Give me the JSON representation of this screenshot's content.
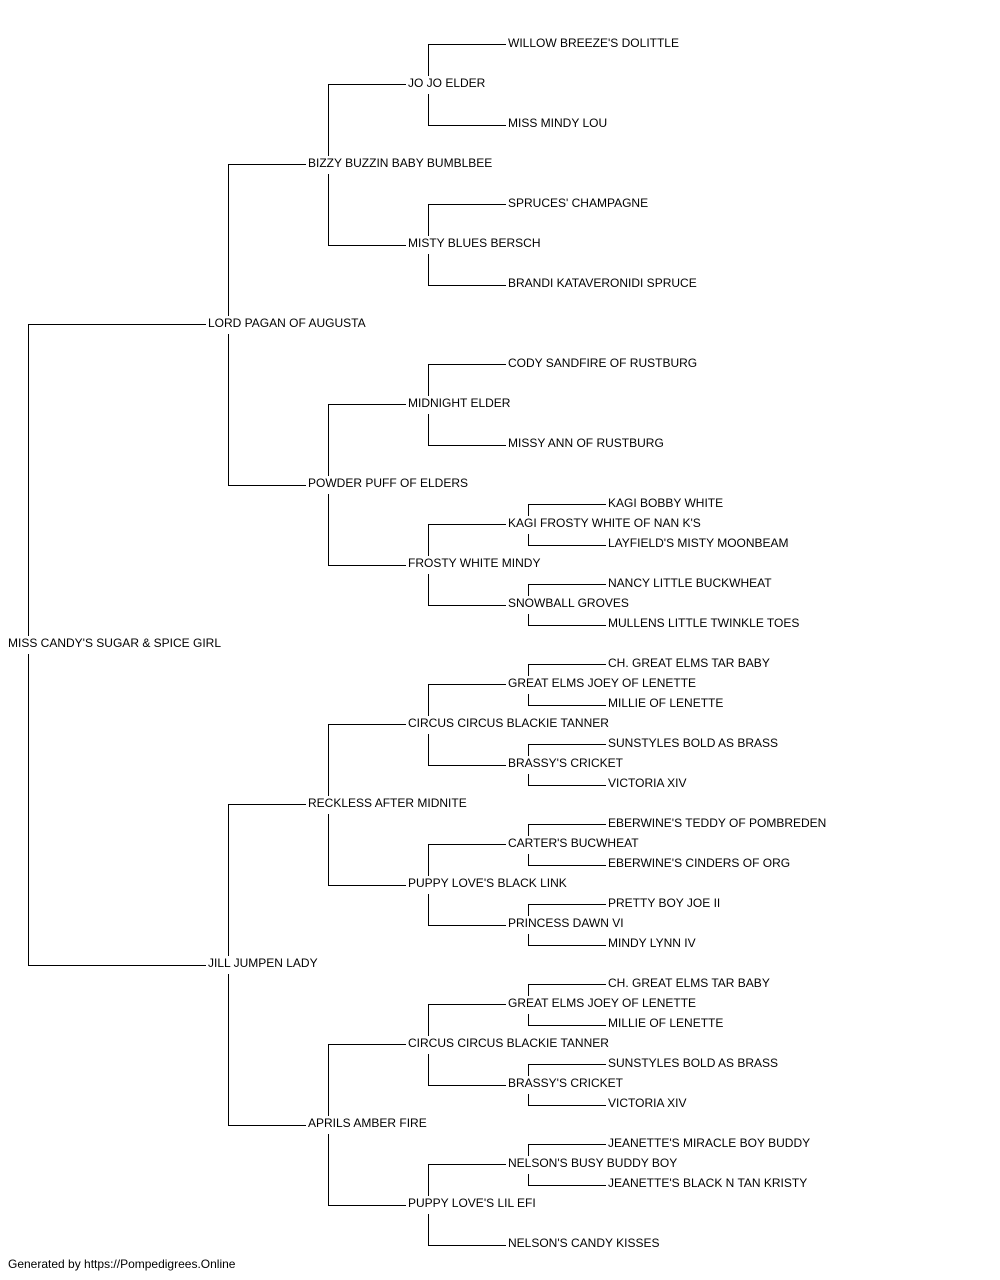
{
  "tree": {
    "name": "MISS CANDY'S SUGAR & SPICE GIRL",
    "children": [
      {
        "name": "LORD PAGAN OF AUGUSTA",
        "children": [
          {
            "name": "BIZZY BUZZIN BABY BUMBLBEE",
            "children": [
              {
                "name": "JO JO ELDER",
                "children": [
                  {
                    "name": "WILLOW BREEZE'S DOLITTLE"
                  },
                  {
                    "name": "MISS MINDY LOU"
                  }
                ]
              },
              {
                "name": "MISTY BLUES BERSCH",
                "children": [
                  {
                    "name": "SPRUCES' CHAMPAGNE"
                  },
                  {
                    "name": "BRANDI KATAVERONIDI SPRUCE"
                  }
                ]
              }
            ]
          },
          {
            "name": "POWDER PUFF OF ELDERS",
            "children": [
              {
                "name": "MIDNIGHT ELDER",
                "children": [
                  {
                    "name": "CODY SANDFIRE OF RUSTBURG"
                  },
                  {
                    "name": "MISSY ANN OF RUSTBURG"
                  }
                ]
              },
              {
                "name": "FROSTY WHITE MINDY",
                "children": [
                  {
                    "name": "KAGI FROSTY WHITE OF NAN K'S",
                    "children": [
                      {
                        "name": "KAGI BOBBY WHITE"
                      },
                      {
                        "name": "LAYFIELD'S MISTY MOONBEAM"
                      }
                    ]
                  },
                  {
                    "name": "SNOWBALL GROVES",
                    "children": [
                      {
                        "name": "NANCY LITTLE BUCKWHEAT"
                      },
                      {
                        "name": "MULLENS LITTLE TWINKLE TOES"
                      }
                    ]
                  }
                ]
              }
            ]
          }
        ]
      },
      {
        "name": "JILL JUMPEN LADY",
        "children": [
          {
            "name": "RECKLESS AFTER MIDNITE",
            "children": [
              {
                "name": "CIRCUS CIRCUS BLACKIE TANNER",
                "children": [
                  {
                    "name": "GREAT ELMS JOEY OF LENETTE",
                    "children": [
                      {
                        "name": "CH. GREAT ELMS TAR BABY",
                        "champion": true
                      },
                      {
                        "name": "MILLIE OF LENETTE"
                      }
                    ]
                  },
                  {
                    "name": "BRASSY'S CRICKET",
                    "children": [
                      {
                        "name": "SUNSTYLES BOLD AS BRASS"
                      },
                      {
                        "name": "VICTORIA XIV"
                      }
                    ]
                  }
                ]
              },
              {
                "name": "PUPPY LOVE'S BLACK LINK",
                "children": [
                  {
                    "name": "CARTER'S BUCWHEAT",
                    "children": [
                      {
                        "name": "EBERWINE'S TEDDY OF POMBREDEN"
                      },
                      {
                        "name": "EBERWINE'S CINDERS OF ORG"
                      }
                    ]
                  },
                  {
                    "name": "PRINCESS DAWN VI",
                    "children": [
                      {
                        "name": "PRETTY BOY JOE II"
                      },
                      {
                        "name": "MINDY LYNN IV"
                      }
                    ]
                  }
                ]
              }
            ]
          },
          {
            "name": "APRILS AMBER FIRE",
            "children": [
              {
                "name": "CIRCUS CIRCUS BLACKIE TANNER",
                "children": [
                  {
                    "name": "GREAT ELMS JOEY OF LENETTE",
                    "children": [
                      {
                        "name": "CH. GREAT ELMS TAR BABY",
                        "champion": true
                      },
                      {
                        "name": "MILLIE OF LENETTE"
                      }
                    ]
                  },
                  {
                    "name": "BRASSY'S CRICKET",
                    "children": [
                      {
                        "name": "SUNSTYLES BOLD AS BRASS"
                      },
                      {
                        "name": "VICTORIA XIV"
                      }
                    ]
                  }
                ]
              },
              {
                "name": "PUPPY LOVE'S LIL EFI",
                "children": [
                  {
                    "name": "NELSON'S BUSY BUDDY BOY",
                    "children": [
                      {
                        "name": "JEANETTE'S MIRACLE BOY BUDDY"
                      },
                      {
                        "name": "JEANETTE'S BLACK N TAN KRISTY"
                      }
                    ]
                  },
                  {
                    "name": "NELSON'S CANDY KISSES"
                  }
                ]
              }
            ]
          }
        ]
      }
    ]
  },
  "colors": {
    "text": "#000000",
    "line": "#000000",
    "champion": "#cc0000"
  },
  "footer": {
    "text": "Generated by https://Pompedigrees.Online"
  }
}
